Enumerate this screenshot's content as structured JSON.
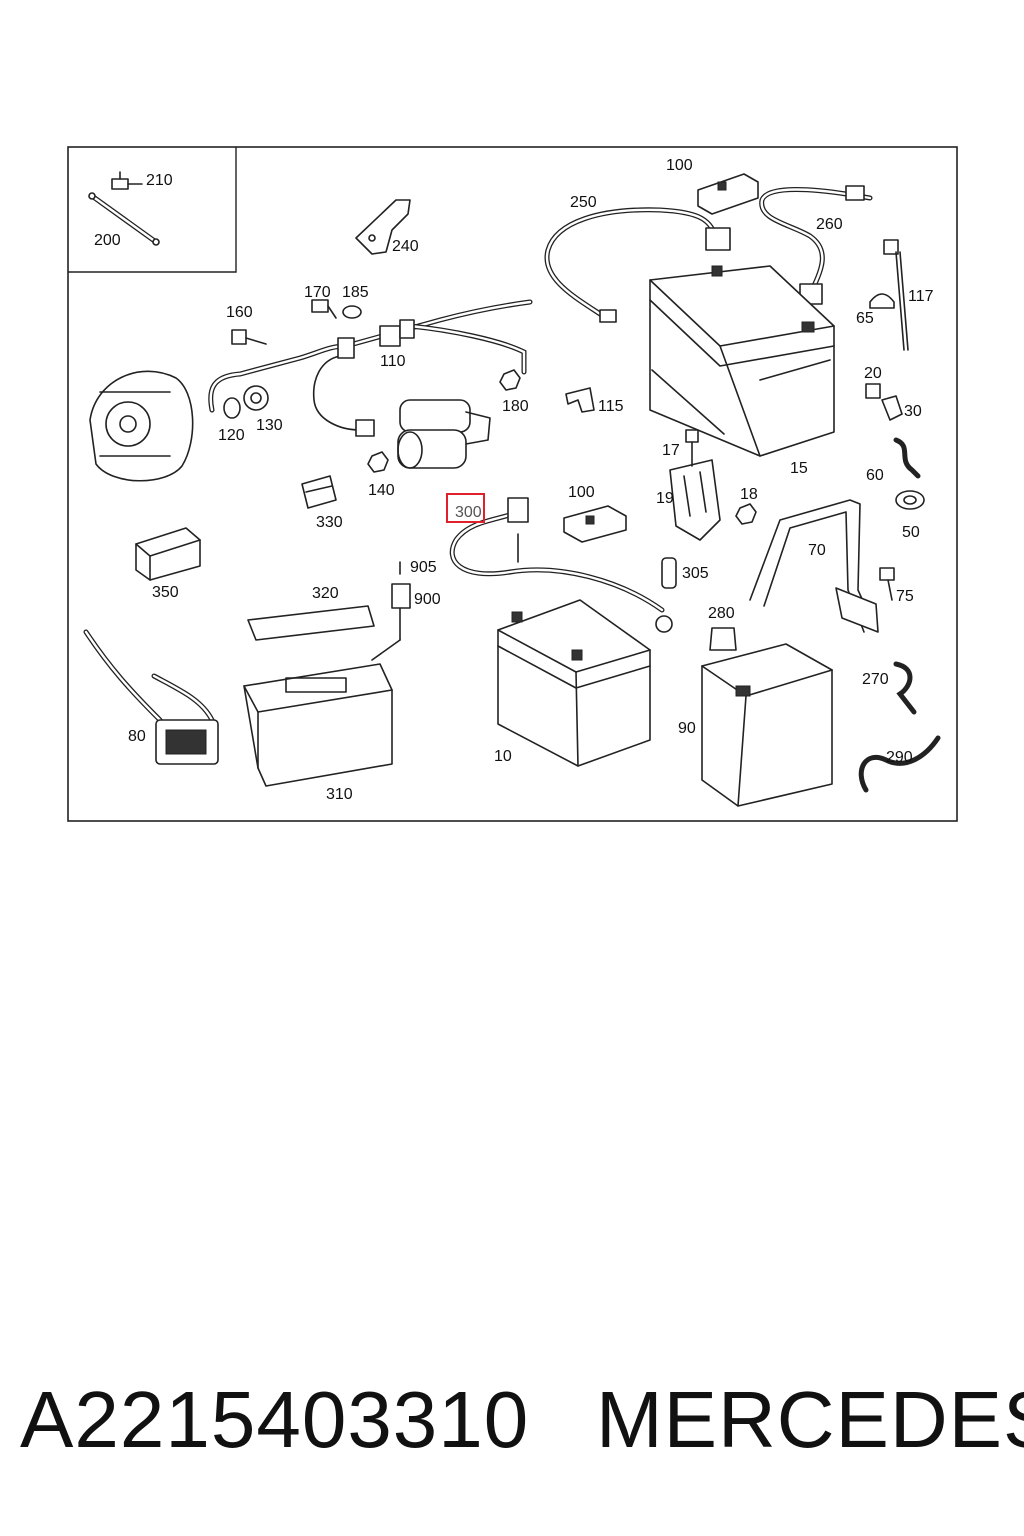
{
  "diagram": {
    "callouts": {
      "c210": "210",
      "c200": "200",
      "c240": "240",
      "c100a": "100",
      "c250": "250",
      "c260": "260",
      "c117": "117",
      "c65": "65",
      "c170": "170",
      "c185": "185",
      "c160": "160",
      "c110": "110",
      "c120": "120",
      "c130": "130",
      "c180": "180",
      "c115": "115",
      "c15": "15",
      "c20": "20",
      "c30": "30",
      "c60": "60",
      "c17": "17",
      "c19": "19",
      "c18": "18",
      "c50": "50",
      "c140": "140",
      "c330": "330",
      "c300": "300",
      "c100b": "100",
      "c305": "305",
      "c70": "70",
      "c75": "75",
      "c350": "350",
      "c905": "905",
      "c900": "900",
      "c320": "320",
      "c280": "280",
      "c270": "270",
      "c80": "80",
      "c310": "310",
      "c10": "10",
      "c90": "90",
      "c290": "290"
    },
    "highlighted_callout": "300",
    "highlight_color": "#e0202a",
    "line_color": "#222222"
  },
  "footer": {
    "part_number": "A2215403310",
    "brand": "MERCEDES"
  }
}
